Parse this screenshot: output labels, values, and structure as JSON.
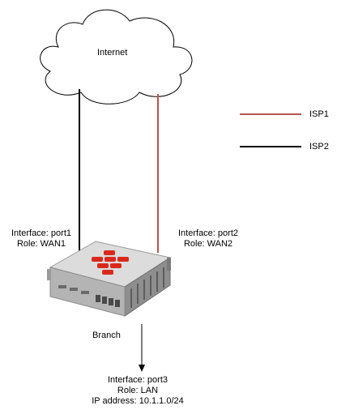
{
  "cloud": {
    "label": "Internet"
  },
  "legend": [
    {
      "label": "ISP1",
      "color": "#b85450"
    },
    {
      "label": "ISP2",
      "color": "#000000"
    }
  ],
  "device": {
    "name": "Branch",
    "icon": "firewall-appliance-icon",
    "logo_color": "#da291c"
  },
  "interfaces": {
    "port1": {
      "interface": "Interface: port1",
      "role": "Role: WAN1"
    },
    "port2": {
      "interface": "Interface: port2",
      "role": "Role: WAN2"
    },
    "port3": {
      "interface": "Interface: port3",
      "role": "Role: LAN",
      "ip": "IP address: 10.1.1.0/24"
    }
  }
}
